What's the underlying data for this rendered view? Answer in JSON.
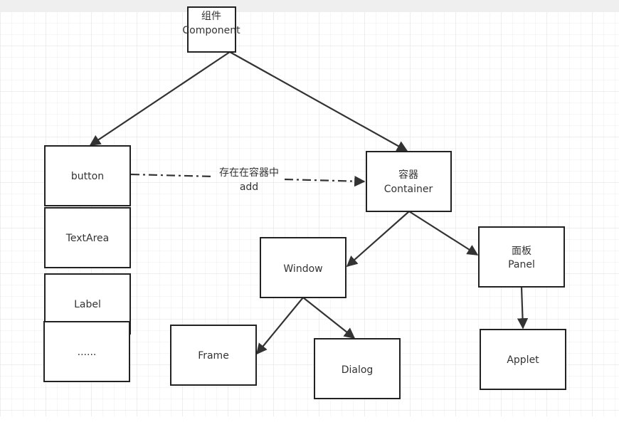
{
  "nodes": {
    "component": {
      "line1": "组件",
      "line2": "Component"
    },
    "button": {
      "label": "button"
    },
    "textarea": {
      "label": "TextArea"
    },
    "label": {
      "label": "Label"
    },
    "more": {
      "label": "......"
    },
    "container": {
      "line1": "容器",
      "line2": "Container"
    },
    "window": {
      "label": "Window"
    },
    "panel": {
      "line1": "面板",
      "line2": "Panel"
    },
    "frame": {
      "label": "Frame"
    },
    "dialog": {
      "label": "Dialog"
    },
    "applet": {
      "label": "Applet"
    }
  },
  "edges": {
    "button_container": {
      "line1": "存在在容器中",
      "line2": "add",
      "style": "dash-dot"
    }
  },
  "colors": {
    "stroke": "#222222",
    "grid": "#e6e6e6",
    "toolbar": "#efefef"
  }
}
